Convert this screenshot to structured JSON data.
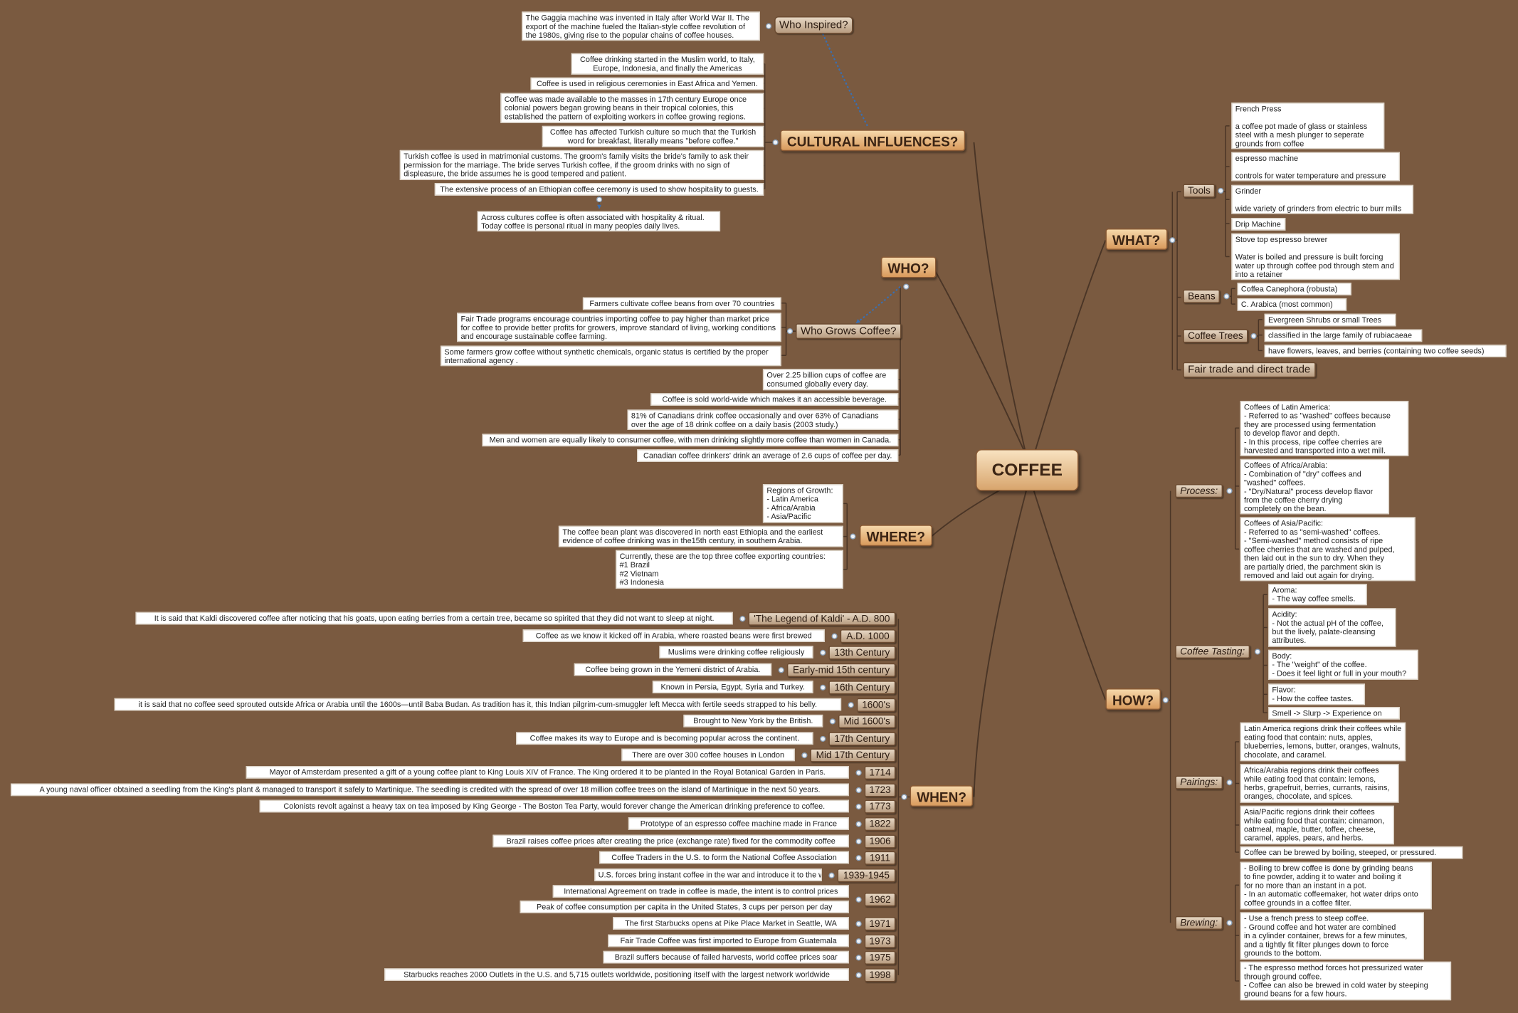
{
  "root": "COFFEE",
  "cultural": {
    "title": "CULTURAL INFLUENCES?",
    "who_inspired": "Who Inspired?",
    "gaggia": "The Gaggia machine was invented in Italy after World War II.  The export of the machine fueled the Italian-style coffee revolution of the 1980s, giving rise to the popular chains of coffee houses.",
    "notes": [
      "Coffee drinking started in the Muslim world, to Italy, Europe, Indonesia, and finally the Americas",
      "Coffee is used in religious ceremonies in East Africa and Yemen.",
      "Coffee was made available to the masses in 17th century Europe once colonial powers began growing beans in their tropical colonies, this established the pattern of exploiting workers in coffee growing regions.",
      "Coffee has affected Turkish culture so much that the Turkish word for breakfast, literally means \"before coffee.\"",
      "Turkish coffee is used in matrimonial customs. The groom's family visits the bride's family to ask their permission for the marriage.  The bride serves Turkish coffee, if the groom drinks with no sign of displeasure, the bride assumes he is good tempered and patient.",
      "The extensive process of an Ethiopian coffee ceremony is used to show hospitality to guests."
    ],
    "hospitality": "Across cultures coffee is often associated with hospitality & ritual. Today coffee is personal ritual in many peoples daily lives."
  },
  "who": {
    "title": "WHO?",
    "grows": "Who Grows Coffee?",
    "grows_notes": [
      "Farmers cultivate coffee beans from over 70 countries",
      "Fair Trade programs encourage countries importing coffee to pay higher than market price for coffee to provide better profits for growers, improve standard of living, working conditions and encourage sustainable coffee farming.",
      "Some farmers grow coffee without synthetic chemicals, organic status is certified by the proper international agency ."
    ],
    "notes": [
      "Over 2.25 billion cups of coffee are consumed globally every day.",
      "Coffee is sold world-wide which makes it an accessible beverage.",
      "81% of Canadians drink coffee occasionally and over 63% of Canadians over the age of 18 drink coffee on a daily basis (2003 study.)",
      "Men and women are equally likely to consumer coffee, with men drinking slightly more coffee than women in Canada.",
      "Canadian coffee drinkers' drink an average of 2.6 cups of coffee per day."
    ]
  },
  "where": {
    "title": "WHERE?",
    "notes": [
      "Regions of Growth:\n- Latin America\n- Africa/Arabia\n- Asia/Pacific",
      "The coffee bean plant was discovered in north east Ethiopia and the earliest evidence of coffee drinking was in the15th century, in southern Arabia.",
      "Currently, these are the top three coffee exporting countries:\n#1 Brazil\n#2 Vietnam\n#3 Indonesia"
    ]
  },
  "when": {
    "title": "WHEN?",
    "events": [
      {
        "label": "'The Legend of Kaldi' - A.D. 800",
        "note": "It is said that Kaldi discovered coffee after noticing that his goats, upon eating berries from a certain tree, became so spirited that they did not want to sleep at night."
      },
      {
        "label": "A.D. 1000",
        "note": "Coffee as we know it kicked off in Arabia, where roasted beans were first brewed"
      },
      {
        "label": "13th Century",
        "note": "Muslims were drinking coffee religiously"
      },
      {
        "label": "Early-mid 15th century",
        "note": "Coffee being grown in the Yemeni district of Arabia."
      },
      {
        "label": "16th Century",
        "note": "Known in Persia, Egypt, Syria and Turkey."
      },
      {
        "label": "1600's",
        "note": "it is said that no coffee seed sprouted outside Africa or Arabia until the 1600s—until Baba Budan. As tradition has it, this Indian pilgrim-cum-smuggler left Mecca with fertile seeds strapped to his belly."
      },
      {
        "label": "Mid 1600's",
        "note": "Brought to New York by the British."
      },
      {
        "label": "17th Century",
        "note": "Coffee makes its way to Europe and is becoming popular across the continent."
      },
      {
        "label": "Mid 17th Century",
        "note": "There are over 300 coffee houses in London"
      },
      {
        "label": "1714",
        "note": "Mayor of Amsterdam presented a gift of a young coffee plant to King Louis XIV of France. The King ordered it to be planted in the Royal Botanical Garden in Paris."
      },
      {
        "label": "1723",
        "note": "A young naval officer obtained a seedling from the King's plant & managed to transport it safely to Martinique. The seedling is credited with the spread of over 18 million coffee trees on the island of Martinique in the next 50 years."
      },
      {
        "label": "1773",
        "note": "Colonists revolt against a heavy tax on tea imposed by King George - The Boston Tea Party, would forever change the American drinking preference to coffee."
      },
      {
        "label": "1822",
        "note": "Prototype of an espresso coffee machine made in France"
      },
      {
        "label": "1906",
        "note": "Brazil raises coffee prices after creating the price (exchange rate) fixed for the commodity coffee"
      },
      {
        "label": "1911",
        "note": "Coffee Traders in the U.S. to form the National Coffee Association"
      },
      {
        "label": "1939-1945",
        "note": "U.S. forces bring instant coffee in the war and introduce it to the world"
      },
      {
        "label": "1962",
        "note": "International Agreement on trade in coffee is made, the intent is to control prices"
      },
      {
        "label": "",
        "note": "Peak of coffee consumption per capita in the United States, 3 cups per person per day"
      },
      {
        "label": "1971",
        "note": "The first Starbucks opens at Pike Place Market in Seattle, WA"
      },
      {
        "label": "1973",
        "note": "Fair Trade Coffee was first imported to Europe from Guatemala"
      },
      {
        "label": "1975",
        "note": "Brazil suffers because of failed harvests, world coffee prices soar"
      },
      {
        "label": "1998",
        "note": "Starbucks reaches 2000 Outlets in the U.S. and 5,715 outlets worldwide, positioning itself with the largest network worldwide"
      }
    ]
  },
  "what": {
    "title": "WHAT?",
    "tools": {
      "label": "Tools",
      "notes": [
        "French Press\n\na coffee pot made of glass or stainless steel with a mesh plunger to seperate grounds from coffee",
        "espresso machine\n\ncontrols for water temperature and pressure",
        "Grinder\n\nwide variety of grinders from electric to burr mills",
        "Drip Machine",
        "Stove top espresso brewer\n\nWater is boiled and pressure is built forcing water up through coffee pod through stem and into a retainer"
      ]
    },
    "beans": {
      "label": "Beans",
      "notes": [
        "Coffea Canephora (robusta)",
        "C. Arabica  (most common)"
      ]
    },
    "trees": {
      "label": "Coffee Trees",
      "notes": [
        "Evergreen Shrubs or small Trees",
        "classified in the large family of rubiacaeae",
        "have flowers, leaves, and berries (containing two coffee seeds)"
      ]
    },
    "fair": "Fair trade and direct trade"
  },
  "how": {
    "title": "HOW?",
    "process": {
      "label": "Process:",
      "notes": [
        "Coffees of Latin America:\n- Referred to as \"washed\" coffees because\n  they are processed using fermentation\n  to develop flavor and depth.\n- In this process, ripe coffee cherries are\n  harvested and transported into a wet mill.",
        "Coffees of Africa/Arabia:\n- Combination of \"dry\" coffees and\n  \"washed\" coffees.\n- \"Dry/Natural\" process develop flavor\n  from the coffee cherry drying\n  completely on the bean.",
        "Coffees of Asia/Pacific:\n- Referred to as \"semi-washed\" coffees.\n- \"Semi-washed\" method consists of ripe\n  coffee cherries that are washed and pulped,\n  then laid out in the sun to dry.  When they\n  are partially dried, the parchment skin is\n  removed and laid out again for drying."
      ]
    },
    "tasting": {
      "label": "Coffee Tasting:",
      "notes": [
        "Aroma:\n- The way coffee smells.",
        "Acidity:\n- Not the actual pH of the coffee,\n  but the lively, palate-cleansing\n  attributes.",
        "Body:\n- The \"weight\" of the coffee.\n- Does it feel light or full in your mouth?",
        "Flavor:\n- How the coffee tastes.",
        "Smell -> Slurp -> Experience on Tongue"
      ]
    },
    "pairings": {
      "label": "Pairings:",
      "notes": [
        "Latin America regions drink their coffees while eating food that contain: nuts, apples, blueberries, lemons, butter, oranges, walnuts, chocolate, and caramel.",
        "Africa/Arabia regions drink their coffees while eating food that contain: lemons, herbs, grapefruit, berries, currants, raisins, oranges, chocolate, and spices.",
        "Asia/Pacific regions drink their coffees while eating food that contain: cinnamon, oatmeal, maple, butter, toffee, cheese, caramel, apples, pears, and herbs."
      ]
    },
    "brewed": "Coffee can be brewed by boiling, steeped, or pressured.",
    "brewing": {
      "label": "Brewing:",
      "notes": [
        "- Boiling to brew coffee is done by grinding beans\n  to fine powder, adding it to water and boiling it\n  for no more than an instant in a pot.\n- In an automatic coffeemaker, hot water drips onto\n  coffee grounds in a coffee filter.",
        "- Use a french press to steep coffee.\n- Ground coffee and hot water are combined\n  in a cylinder container, brews for a few minutes,\n  and a tightly fit filter plunges down to force\n  grounds to the bottom.",
        "- The espresso method forces hot pressurized water\n  through ground coffee.\n- Coffee can also be brewed in cold water by steeping\n  ground beans for a few hours."
      ]
    }
  }
}
